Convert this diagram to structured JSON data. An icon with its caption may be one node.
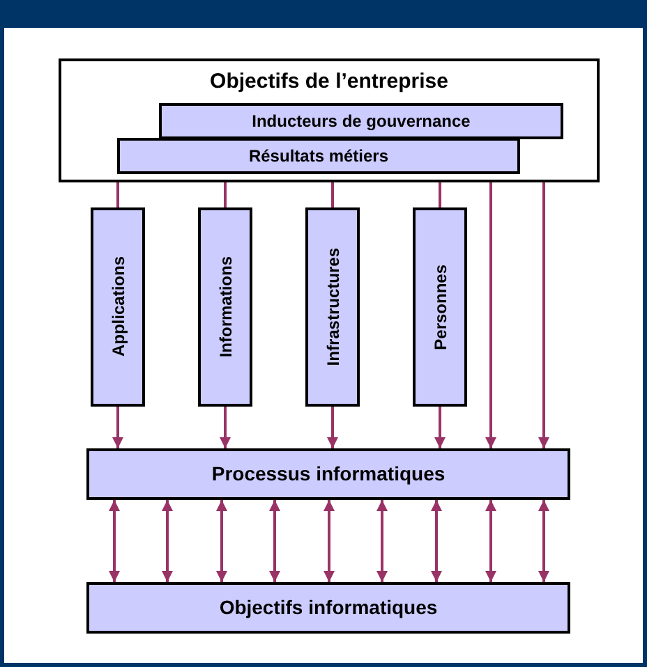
{
  "diagram": {
    "nodes": [
      {
        "text": [
          "Objectifs de l’entreprise"
        ]
      },
      {
        "text": [
          "Inducteurs de gouvernance"
        ],
        "in": 0
      },
      {
        "text": [
          "Résultats métiers"
        ],
        "in": 0
      },
      {
        "text": [
          "Applications"
        ]
      },
      {
        "text": [
          "Informations"
        ]
      },
      {
        "text": [
          "Infrastructures"
        ]
      },
      {
        "text": [
          "Personnes"
        ]
      },
      {
        "text": [
          "Processus informatiques"
        ]
      },
      {
        "text": [
          "Objectifs informatiques"
        ]
      }
    ],
    "edges": [
      {
        "from": 2,
        "to": 3,
        "arrow": "none"
      },
      {
        "from": 2,
        "to": 4,
        "arrow": "none"
      },
      {
        "from": 2,
        "to": 5,
        "arrow": "none"
      },
      {
        "from": 2,
        "to": 6,
        "arrow": "none"
      },
      {
        "from": 3,
        "to": 7,
        "arrow": "to"
      },
      {
        "from": 4,
        "to": 7,
        "arrow": "to"
      },
      {
        "from": 5,
        "to": 7,
        "arrow": "to"
      },
      {
        "from": 6,
        "to": 7,
        "arrow": "to"
      },
      {
        "from": 2,
        "to": 7,
        "arrow": "to"
      },
      {
        "from": 1,
        "to": 7,
        "arrow": "to"
      },
      {
        "from": 7,
        "to": 8,
        "arrow": "both"
      },
      {
        "from": 7,
        "to": 8,
        "arrow": "both"
      },
      {
        "from": 7,
        "to": 8,
        "arrow": "both"
      },
      {
        "from": 7,
        "to": 8,
        "arrow": "both"
      },
      {
        "from": 7,
        "to": 8,
        "arrow": "both"
      },
      {
        "from": 7,
        "to": 8,
        "arrow": "both"
      },
      {
        "from": 7,
        "to": 8,
        "arrow": "both"
      },
      {
        "from": 7,
        "to": 8,
        "arrow": "both"
      },
      {
        "from": 7,
        "to": 8,
        "arrow": "both"
      }
    ]
  }
}
